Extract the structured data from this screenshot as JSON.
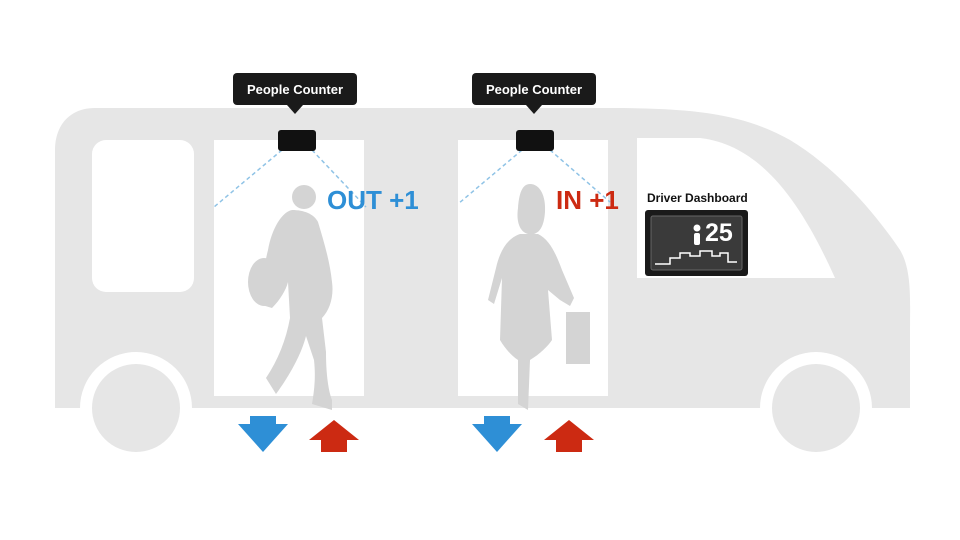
{
  "counters": [
    {
      "label": "People Counter",
      "event": "OUT +1",
      "event_color": "#2e8fd6"
    },
    {
      "label": "People Counter",
      "event": "IN +1",
      "event_color": "#cc2a12"
    }
  ],
  "dashboard": {
    "title": "Driver Dashboard",
    "count": "25"
  },
  "colors": {
    "bus": "#e6e6e6",
    "sensor": "#111111",
    "beam": "#8fc3e6",
    "arrow_out": "#2e8fd6",
    "arrow_in": "#cc2a12",
    "silhouette": "#d4d4d4"
  },
  "icons": [
    "person-icon",
    "down-arrow-icon",
    "up-arrow-icon"
  ]
}
